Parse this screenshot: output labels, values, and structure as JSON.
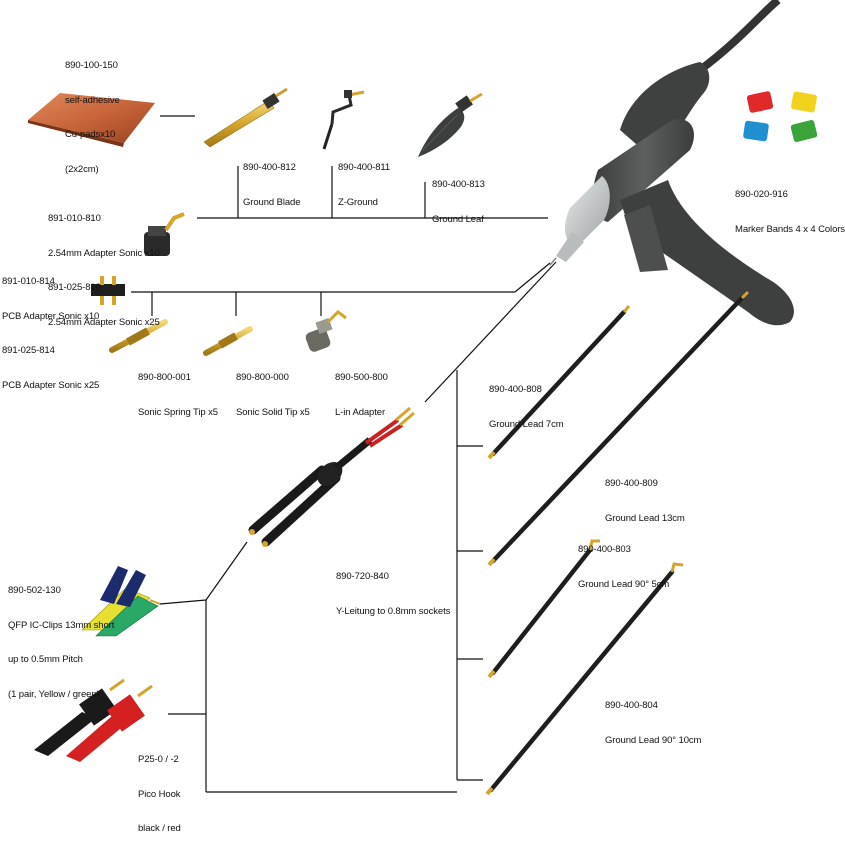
{
  "components": {
    "cu_pads": [
      "890-100-150",
      "self-adhesive",
      "Cu-padsx10",
      "(2x2cm)"
    ],
    "ground_blade": [
      "890-400-812",
      "Ground Blade"
    ],
    "z_ground": [
      "890-400-811",
      "Z-Ground"
    ],
    "ground_leaf": [
      "890-400-813",
      "Ground Leaf"
    ],
    "marker_bands": [
      "890-020-916",
      "Marker Bands 4 x 4 Colors"
    ],
    "adapter_sonic": [
      "891-010-810",
      "2.54mm Adapter Sonic x10",
      "891-025-810",
      "2.54mm Adapter Sonic x25"
    ],
    "pcb_adapter": [
      "891-010-814",
      "PCB Adapter Sonic x10",
      "891-025-814",
      "PCB Adapter Sonic x25"
    ],
    "spring_tip": [
      "890-800-001",
      "Sonic Spring Tip x5"
    ],
    "solid_tip": [
      "890-800-000",
      "Sonic Solid Tip x5"
    ],
    "l_in_adapter": [
      "890-500-800",
      "L-in Adapter"
    ],
    "ground_lead_7": [
      "890-400-808",
      "Ground Lead 7cm"
    ],
    "ground_lead_13": [
      "890-400-809",
      "Ground Lead 13cm"
    ],
    "ground_lead_90_5": [
      "890-400-803",
      "Ground Lead 90° 5cm"
    ],
    "ground_lead_90_10": [
      "890-400-804",
      "Ground Lead 90° 10cm"
    ],
    "y_leitung": [
      "890-720-840",
      "Y-Leitung to 0.8mm sockets"
    ],
    "qfp_clips": [
      "890-502-130",
      "QFP IC-Clips 13mm short",
      "up to 0.5mm Pitch",
      "(1 pair, Yellow / green)"
    ],
    "pico_hook": [
      "P25-0 / -2",
      "Pico Hook",
      "black / red"
    ]
  },
  "colors": {
    "copper": "#c8643a",
    "probe_body": "#4a4d4c",
    "gold": "#d4a52a",
    "marker_red": "#e02a2a",
    "marker_yellow": "#f2d21c",
    "marker_blue": "#1f8fd0",
    "marker_green": "#3aa33a",
    "clip_yellow": "#e8e030",
    "clip_green": "#2aa866",
    "clip_navy": "#1c2a6e",
    "hook_red": "#d42020",
    "hook_black": "#1a1a1a"
  }
}
